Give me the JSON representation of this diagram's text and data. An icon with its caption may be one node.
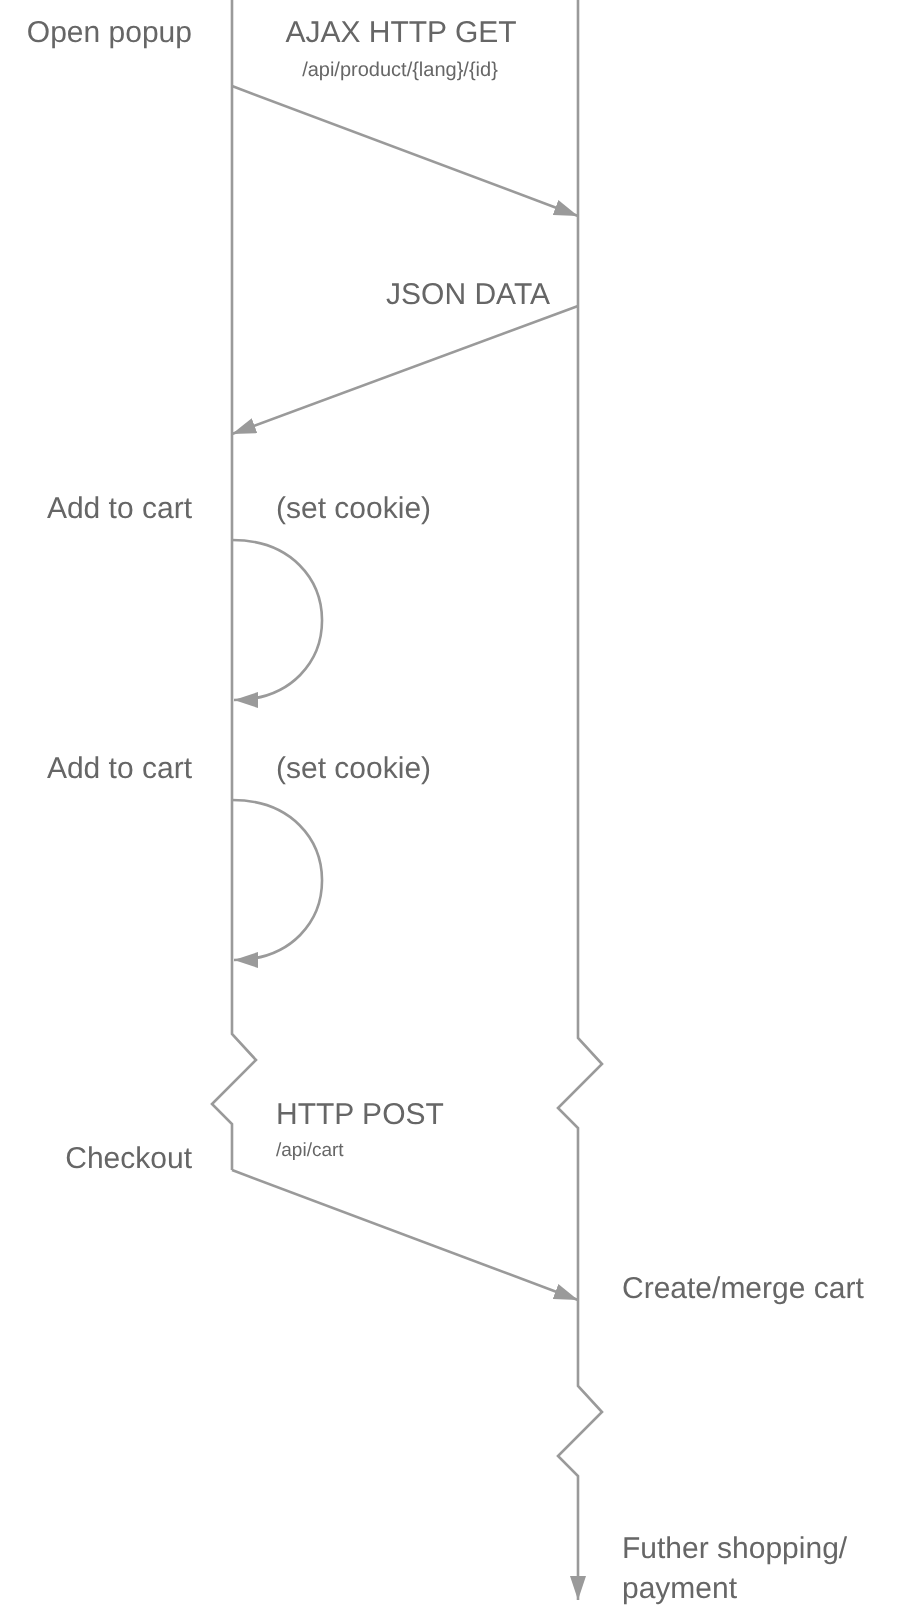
{
  "diagram": {
    "nodes": [
      {
        "text": [],
        "shape": "bar",
        "beside": [
          "Open popup",
          "Add to cart",
          "Add to cart",
          "Checkout"
        ]
      },
      {
        "text": [],
        "shape": "bar",
        "beside": [
          "Create/merge cart",
          "Futher shopping/ payment"
        ]
      }
    ],
    "edges": [
      {
        "from": 0,
        "to": 1,
        "arrow": "to",
        "label": "AJAX HTTP GET"
      },
      {
        "from": 1,
        "to": 0,
        "arrow": "to",
        "label": "JSON DATA"
      },
      {
        "from": 0,
        "to": 0,
        "arrow": "to",
        "label": "(set cookie)"
      },
      {
        "from": 0,
        "to": 0,
        "arrow": "to",
        "label": "(set cookie)"
      },
      {
        "from": 0,
        "to": 1,
        "arrow": "to",
        "label": "HTTP POST"
      },
      {
        "from": 1,
        "to": null,
        "arrow": "to"
      }
    ],
    "labels": [
      "/api/product/{lang}/{id}",
      "/api/cart"
    ]
  }
}
